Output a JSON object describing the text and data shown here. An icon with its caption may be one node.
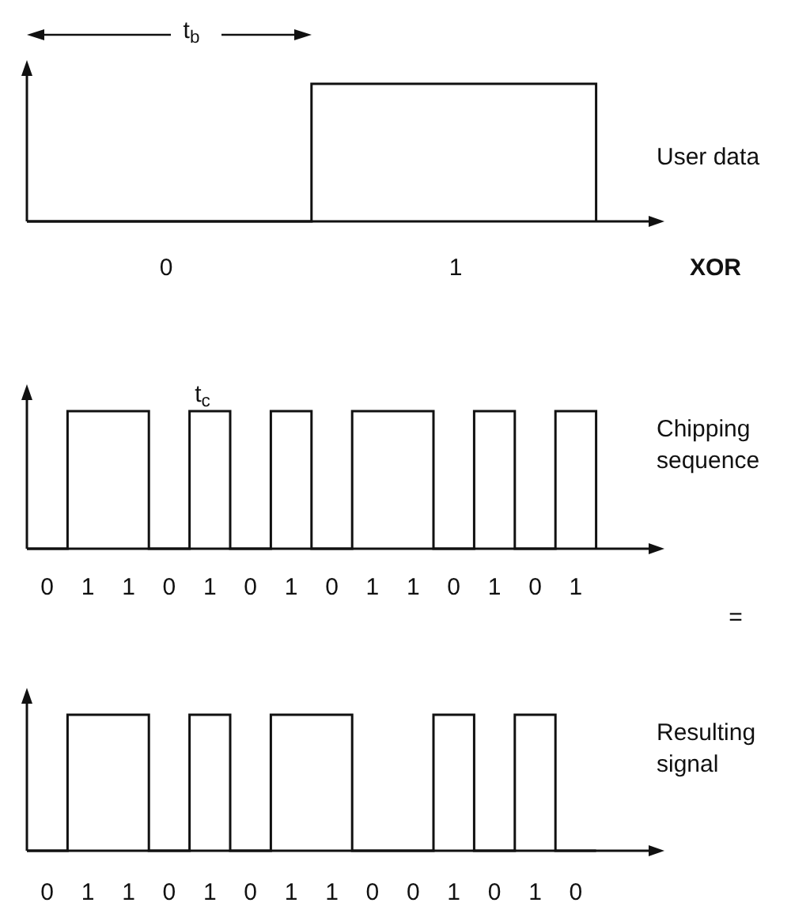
{
  "diagram": {
    "labels": [
      "t$_{b}$",
      "User data",
      "0",
      "1",
      "XOR",
      "t$_{c}$",
      "Chipping sequence",
      "0",
      "1",
      "1",
      "0",
      "1",
      "0",
      "1",
      "0",
      "1",
      "1",
      "0",
      "1",
      "0",
      "1",
      "=",
      "Resulting signal",
      "0",
      "1",
      "1",
      "0",
      "1",
      "0",
      "1",
      "1",
      "0",
      "0",
      "1",
      "0",
      "1",
      "0"
    ]
  }
}
